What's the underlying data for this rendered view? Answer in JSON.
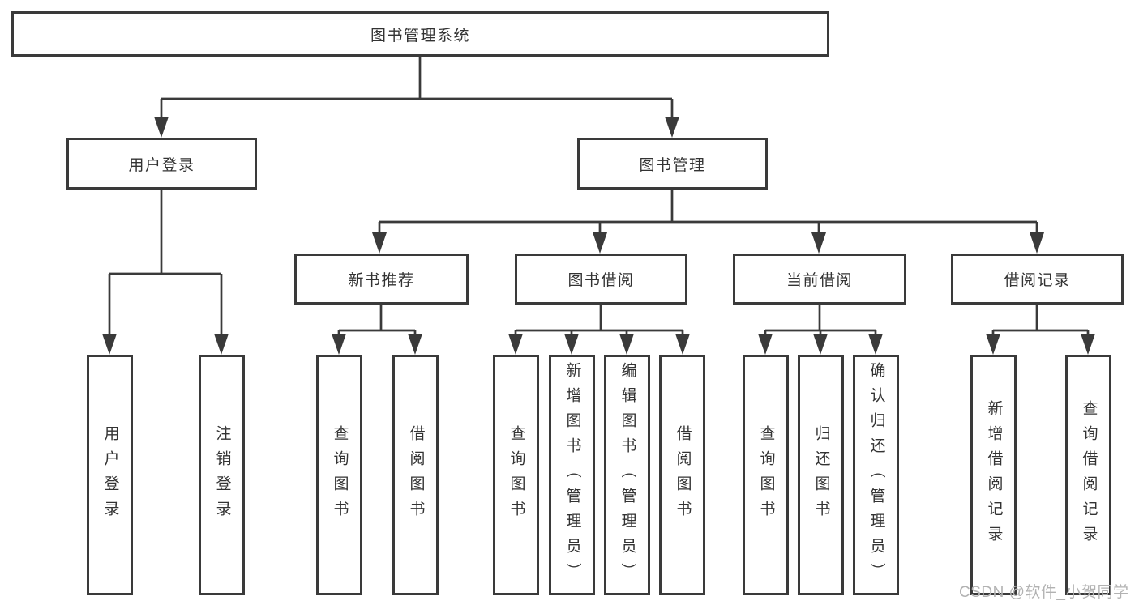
{
  "diagram": {
    "root": {
      "label": "图书管理系统"
    },
    "level2": [
      {
        "label": "用户登录"
      },
      {
        "label": "图书管理"
      }
    ],
    "level3": [
      {
        "label": "新书推荐"
      },
      {
        "label": "图书借阅"
      },
      {
        "label": "当前借阅"
      },
      {
        "label": "借阅记录"
      }
    ],
    "leaves": {
      "user_login": [
        {
          "label": "用户登录"
        },
        {
          "label": "注销登录"
        }
      ],
      "new_book": [
        {
          "label": "查询图书"
        },
        {
          "label": "借阅图书"
        }
      ],
      "book_borrow": [
        {
          "label": "查询图书"
        },
        {
          "label": "新增图书（管理员）"
        },
        {
          "label": "编辑图书（管理员）"
        },
        {
          "label": "借阅图书"
        }
      ],
      "current_borrow": [
        {
          "label": "查询图书"
        },
        {
          "label": "归还图书"
        },
        {
          "label": "确认归还（管理员）"
        }
      ],
      "borrow_records": [
        {
          "label": "新增借阅记录"
        },
        {
          "label": "查询借阅记录"
        }
      ]
    }
  },
  "watermark": {
    "text": "CSDN @软件_小贺同学"
  },
  "colors": {
    "line": "#3a3a3a",
    "box_border": "#3a3a3a",
    "text": "#333333",
    "watermark": "#b2b2b2",
    "background": "#ffffff"
  }
}
